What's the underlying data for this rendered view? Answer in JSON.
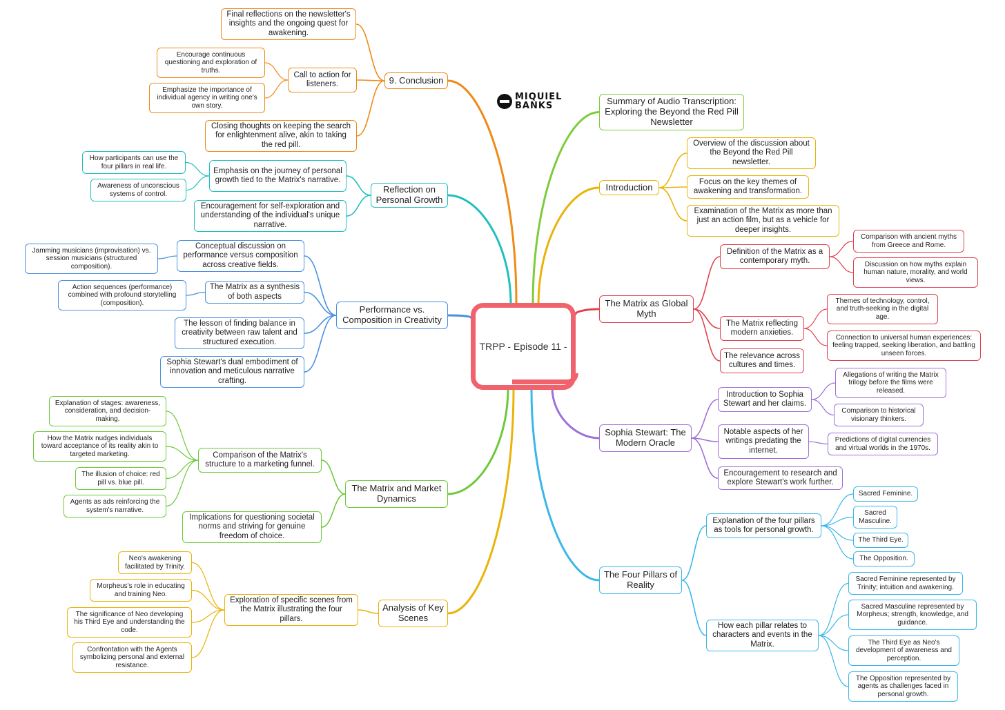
{
  "root": {
    "label": "TRPP - Episode 11 -"
  },
  "logo": {
    "line1": "MIQUIEL",
    "line2": "BANKS"
  },
  "colors": {
    "orange": "#ee8a16",
    "teal": "#1fbfbf",
    "blue": "#4a90e2",
    "green": "#6cc93a",
    "yellow": "#eab308",
    "lime": "#7ccc3d",
    "red": "#e04150",
    "purple": "#a06fd8",
    "sky": "#3ab7e8",
    "root": "#f0626c"
  },
  "branches": [
    {
      "id": "conclusion",
      "color": "orange",
      "label": "9. Conclusion",
      "children": [
        {
          "label": "Final reflections on the newsletter's insights and the ongoing quest for awakening."
        },
        {
          "label": "Call to action for listeners.",
          "children": [
            {
              "label": "Encourage continuous questioning and exploration of truths."
            },
            {
              "label": "Emphasize the importance of individual agency in writing one's own story."
            }
          ]
        },
        {
          "label": "Closing thoughts on keeping the search for enlightenment alive, akin to taking the red pill."
        }
      ]
    },
    {
      "id": "reflection",
      "color": "teal",
      "label": "Reflection on Personal Growth",
      "children": [
        {
          "label": "Emphasis on the journey of personal growth tied to the Matrix's narrative.",
          "children": [
            {
              "label": "How participants can use the four pillars in real life."
            },
            {
              "label": "Awareness of unconscious systems of control."
            }
          ]
        },
        {
          "label": "Encouragement for self-exploration and understanding of the individual's unique narrative."
        }
      ]
    },
    {
      "id": "performance",
      "color": "blue",
      "label": "Performance vs. Composition in Creativity",
      "children": [
        {
          "label": "Conceptual discussion on performance versus composition across creative fields.",
          "children": [
            {
              "label": "Jamming musicians (improvisation) vs. session musicians (structured composition)."
            }
          ]
        },
        {
          "label": "The Matrix as a synthesis of both aspects",
          "children": [
            {
              "label": "Action sequences (performance) combined with profound storytelling (composition)."
            }
          ]
        },
        {
          "label": "The lesson of finding balance in creativity between raw talent and structured execution."
        },
        {
          "label": "Sophia Stewart's dual embodiment of innovation and meticulous narrative crafting."
        }
      ]
    },
    {
      "id": "market",
      "color": "green",
      "label": "The Matrix and Market Dynamics",
      "children": [
        {
          "label": "Comparison of the Matrix's structure to a marketing funnel.",
          "children": [
            {
              "label": "Explanation of stages: awareness, consideration, and decision-making."
            },
            {
              "label": "How the Matrix nudges individuals toward acceptance of its reality akin to targeted marketing."
            },
            {
              "label": "The illusion of choice: red pill vs. blue pill."
            },
            {
              "label": "Agents as ads reinforcing the system's narrative."
            }
          ]
        },
        {
          "label": "Implications for questioning societal norms and striving for genuine freedom of choice."
        }
      ]
    },
    {
      "id": "scenes",
      "color": "yellow",
      "label": "Analysis of Key Scenes",
      "children": [
        {
          "label": "Exploration of specific scenes from the Matrix illustrating the four pillars.",
          "children": [
            {
              "label": "Neo's awakening facilitated by Trinity."
            },
            {
              "label": "Morpheus's role in educating and training Neo."
            },
            {
              "label": "The significance of Neo developing his Third Eye and understanding the code."
            },
            {
              "label": "Confrontation with the Agents symbolizing personal and external resistance."
            }
          ]
        }
      ]
    },
    {
      "id": "summary",
      "color": "lime",
      "label": "Summary of Audio Transcription: Exploring the Beyond the Red Pill Newsletter",
      "children": []
    },
    {
      "id": "intro",
      "color": "yellow",
      "label": "Introduction",
      "children": [
        {
          "label": "Overview of the discussion about the Beyond the Red Pill newsletter."
        },
        {
          "label": "Focus on the key themes of awakening and transformation."
        },
        {
          "label": "Examination of the Matrix as more than just an action film, but as a vehicle for deeper insights."
        }
      ]
    },
    {
      "id": "myth",
      "color": "red",
      "label": "The Matrix as Global Myth",
      "children": [
        {
          "label": "Definition of the Matrix as a contemporary myth.",
          "children": [
            {
              "label": "Comparison with ancient myths from Greece and Rome."
            },
            {
              "label": "Discussion on how myths explain human nature, morality, and world views."
            }
          ]
        },
        {
          "label": "The Matrix reflecting modern anxieties.",
          "children": [
            {
              "label": "Themes of technology, control, and truth-seeking in the digital age."
            },
            {
              "label": "Connection to universal human experiences: feeling trapped, seeking liberation, and battling unseen forces."
            }
          ]
        },
        {
          "label": "The relevance across cultures and times."
        }
      ]
    },
    {
      "id": "sophia",
      "color": "purple",
      "label": "Sophia Stewart: The Modern Oracle",
      "children": [
        {
          "label": "Introduction to Sophia Stewart and her claims.",
          "children": [
            {
              "label": "Allegations of writing the Matrix trilogy before the films were released."
            },
            {
              "label": "Comparison to historical visionary thinkers."
            }
          ]
        },
        {
          "label": "Notable aspects of her writings predating the internet.",
          "children": [
            {
              "label": "Predictions of digital currencies and virtual worlds in the 1970s."
            }
          ]
        },
        {
          "label": "Encouragement to research and explore Stewart's work further."
        }
      ]
    },
    {
      "id": "pillars",
      "color": "sky",
      "label": "The Four Pillars of Reality",
      "children": [
        {
          "label": "Explanation of the four pillars as tools for personal growth.",
          "children": [
            {
              "label": "Sacred Feminine."
            },
            {
              "label": "Sacred Masculine."
            },
            {
              "label": "The Third Eye."
            },
            {
              "label": "The Opposition."
            }
          ]
        },
        {
          "label": "How each pillar relates to characters and events in the Matrix.",
          "children": [
            {
              "label": "Sacred Feminine represented by Trinity; intuition and awakening."
            },
            {
              "label": "Sacred Masculine represented by Morpheus; strength, knowledge, and guidance."
            },
            {
              "label": "The Third Eye as Neo's development of awareness and perception."
            },
            {
              "label": "The Opposition represented by agents as challenges faced in personal growth."
            }
          ]
        }
      ]
    }
  ]
}
